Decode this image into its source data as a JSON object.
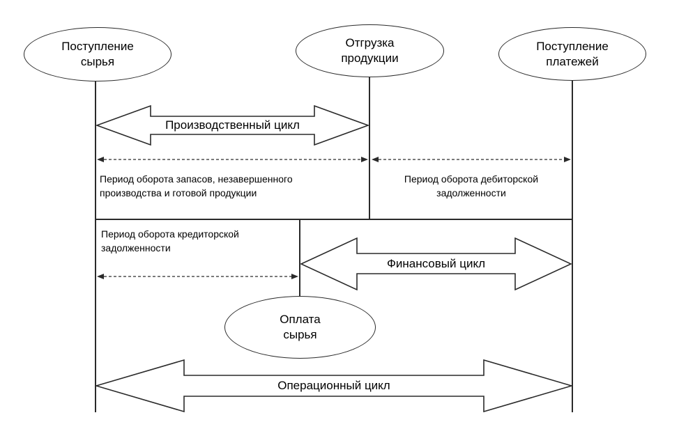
{
  "diagram": {
    "nodes": {
      "raw_materials_receipt": {
        "label": "Поступление сырья"
      },
      "product_shipment": {
        "label": "Отгрузка продукции"
      },
      "payments_receipt": {
        "label": "Поступление платежей"
      },
      "raw_materials_payment": {
        "label": "Оплата сырья"
      }
    },
    "cycle_arrows": {
      "production": {
        "label": "Производственный цикл"
      },
      "financial": {
        "label": "Финансовый цикл"
      },
      "operational": {
        "label": "Операционный цикл"
      }
    },
    "period_labels": {
      "inventory": "Период оборота запасов, незавершенного производства и готовой продукции",
      "receivables": "Период оборота дебиторской задолженности",
      "payables": "Период оборота кредиторской задолженности"
    },
    "colors": {
      "line": "#2a2a2a",
      "fill": "#ffffff",
      "text": "#000000"
    }
  }
}
